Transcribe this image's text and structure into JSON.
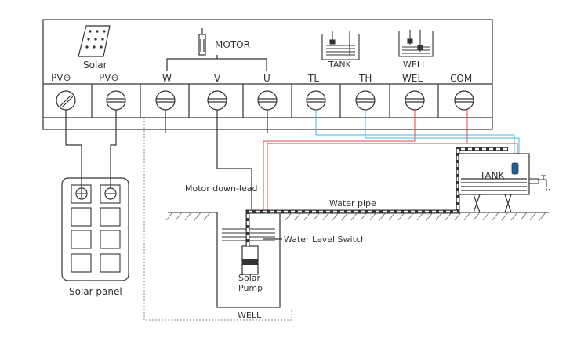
{
  "controller": {
    "solar_label": "Solar",
    "motor_label": "MOTOR",
    "tank_icon_label": "TANK",
    "well_icon_label": "WELL",
    "terminals": [
      {
        "id": "pv-plus",
        "label": "PV⊕"
      },
      {
        "id": "pv-minus",
        "label": "PV⊖"
      },
      {
        "id": "w",
        "label": "W"
      },
      {
        "id": "v",
        "label": "V"
      },
      {
        "id": "u",
        "label": "U"
      },
      {
        "id": "tl",
        "label": "TL"
      },
      {
        "id": "th",
        "label": "TH"
      },
      {
        "id": "wel",
        "label": "WEL"
      },
      {
        "id": "com",
        "label": "COM"
      }
    ]
  },
  "solar_panel": {
    "label": "Solar panel"
  },
  "labels": {
    "motor_down_lead": "Motor down-lead",
    "water_pipe": "Water pipe",
    "water_level_switch": "Water Level Switch",
    "solar_pump_line1": "Solar",
    "solar_pump_line2": "Pump",
    "well": "WELL",
    "tank": "TANK"
  },
  "colors": {
    "line": "#333333",
    "red_wire": "#e0474c",
    "blue_wire": "#47b5e0",
    "ground": "#555555"
  }
}
